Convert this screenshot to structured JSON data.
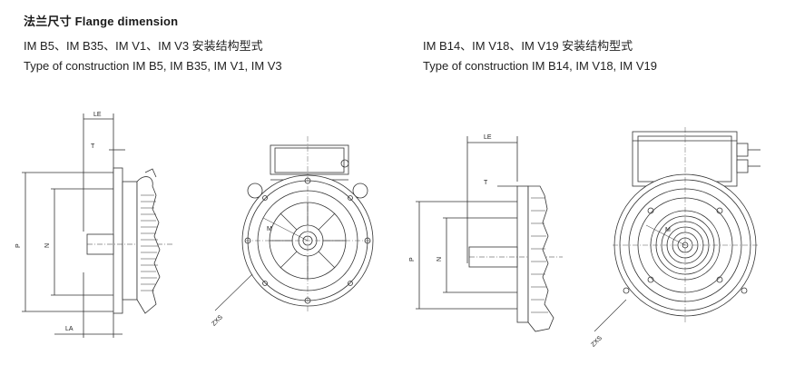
{
  "header": {
    "title": "法兰尺寸  Flange dimension"
  },
  "left_section": {
    "line1": "IM B5、IM B35、IM V1、IM V3 安装结构型式",
    "line2": "Type of construction IM B5, IM B35, IM V1, IM V3"
  },
  "right_section": {
    "line1": "IM B14、IM V18、IM V19 安装结构型式",
    "line2": "Type of construction IM B14, IM V18, IM V19"
  },
  "labels": {
    "le": "LE",
    "t": "T",
    "p": "P",
    "n": "N",
    "la": "LA",
    "m": "M",
    "zxs": "ZXS"
  }
}
